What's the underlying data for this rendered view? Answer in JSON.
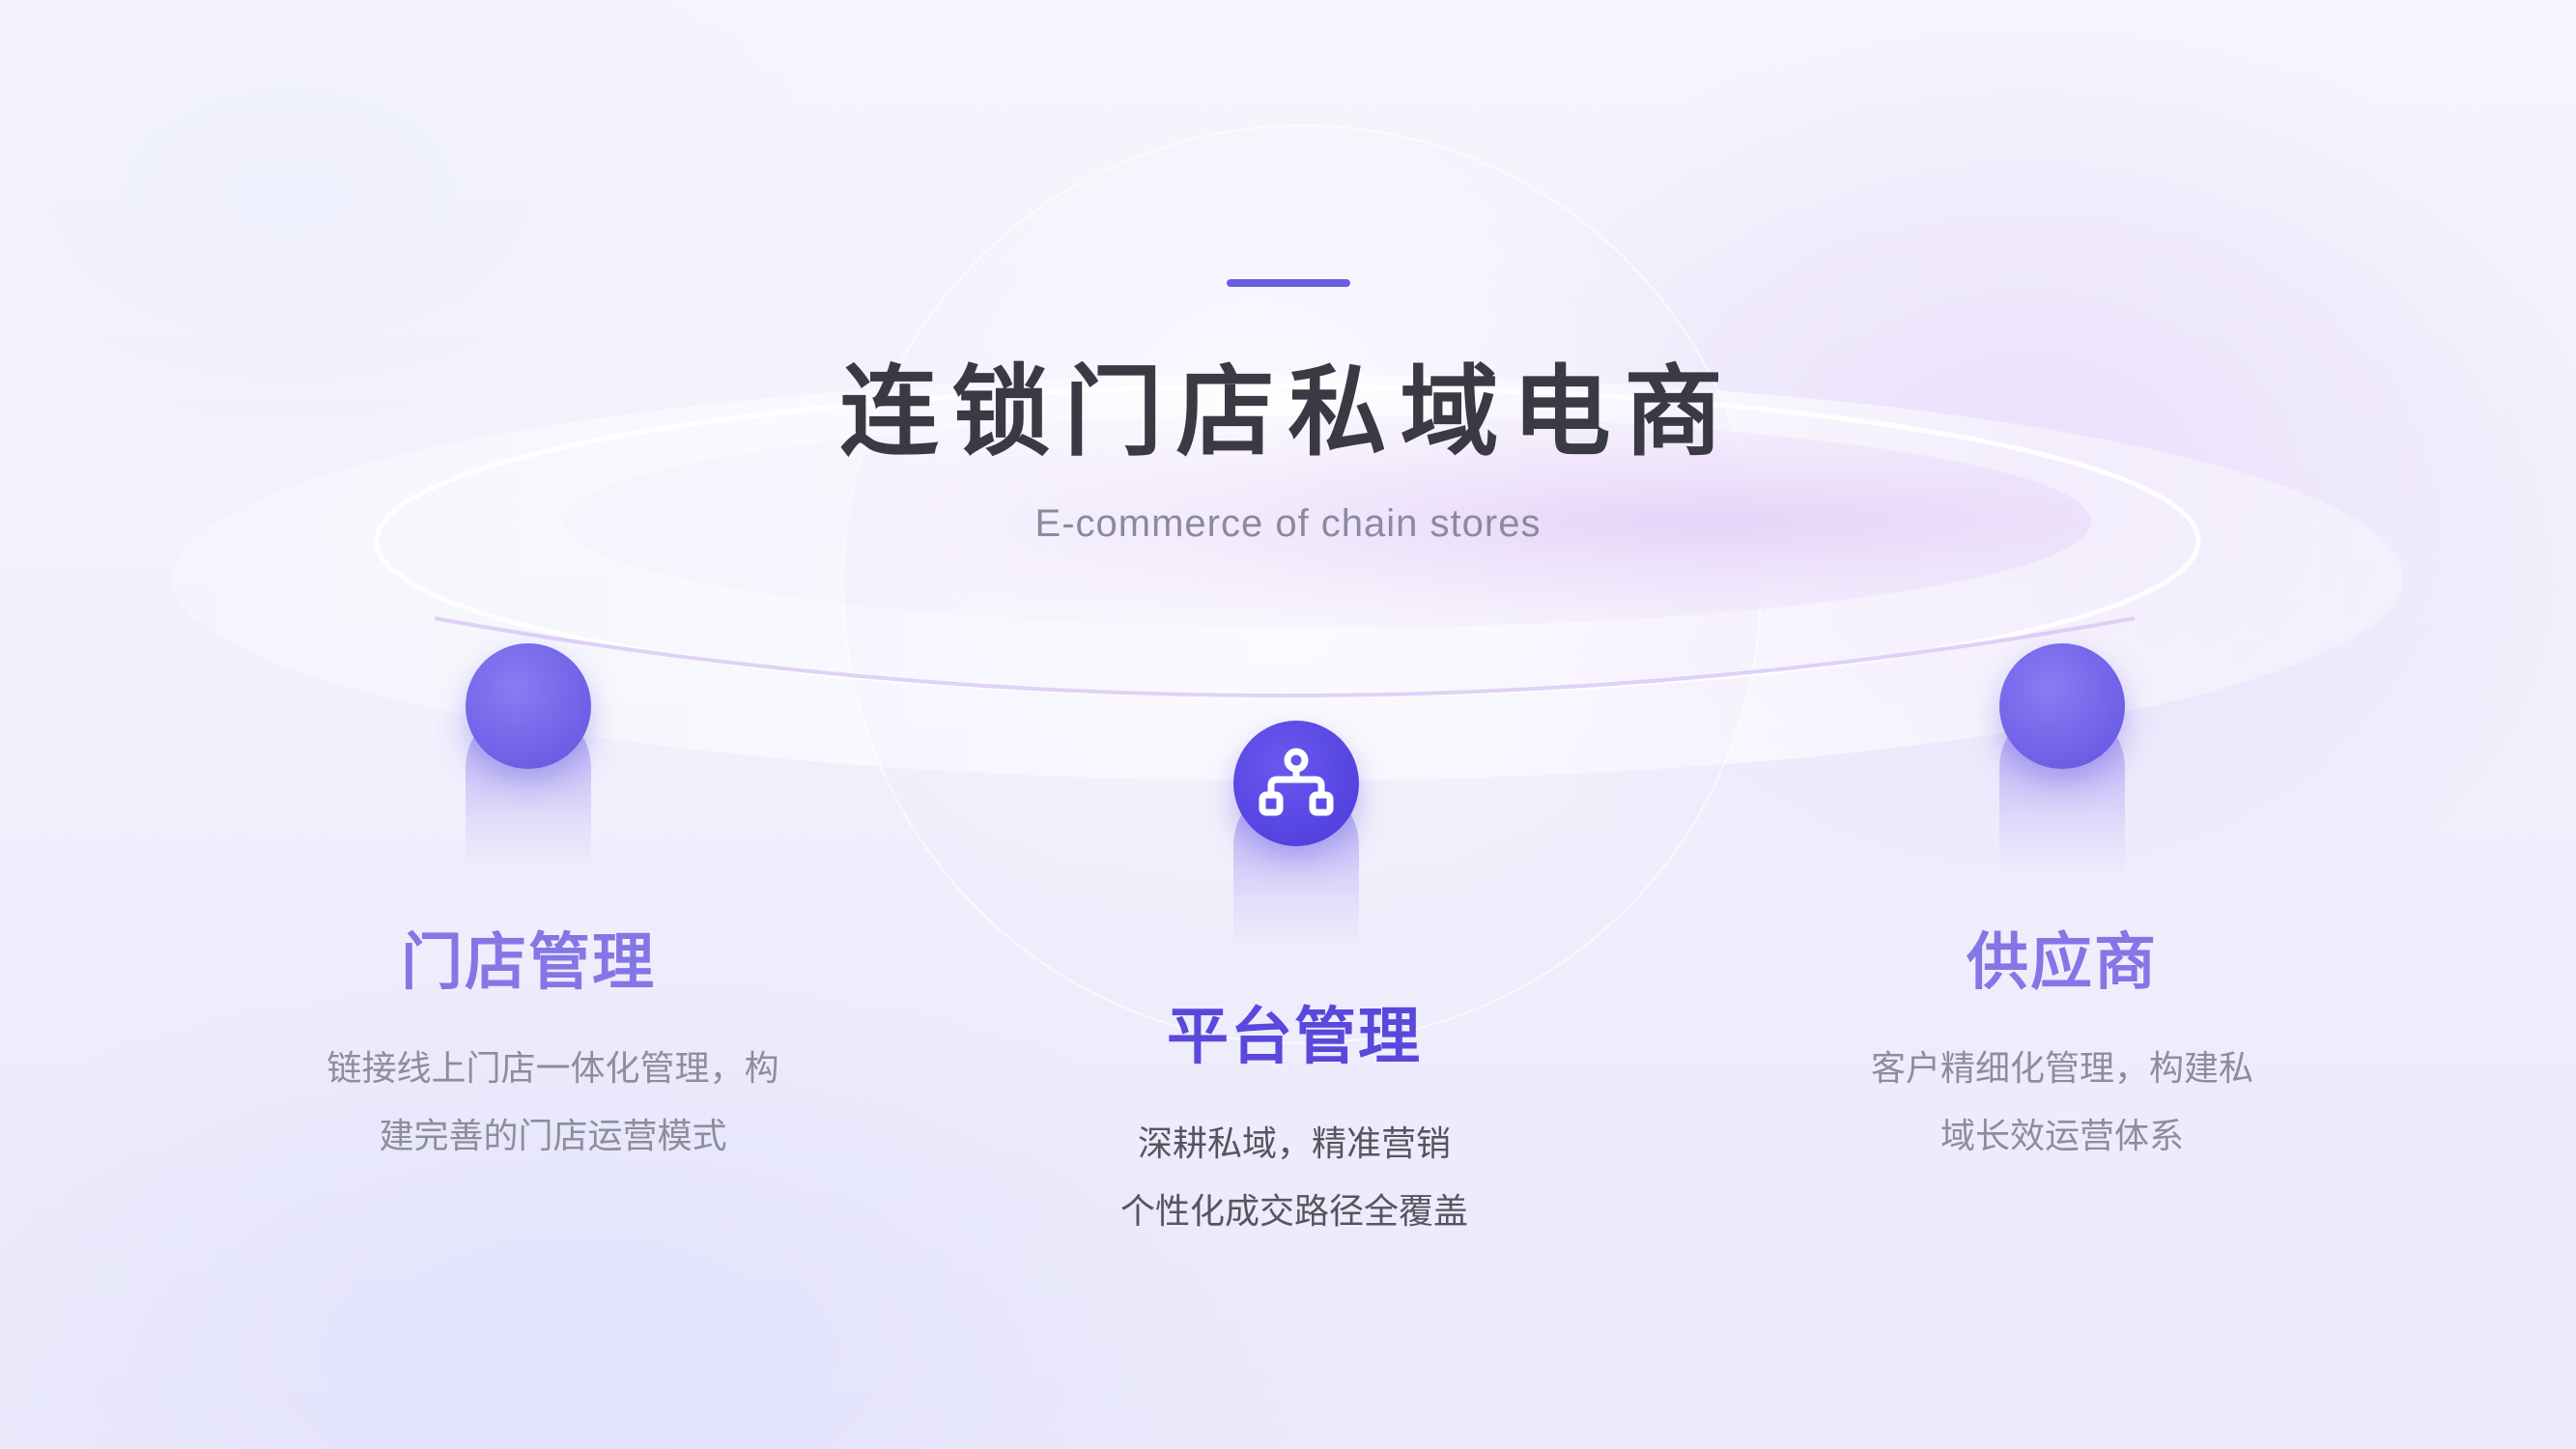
{
  "colors": {
    "accent": "#6a5ee0",
    "title_text": "#3a3a44",
    "side_card_title": "#8576e6",
    "center_card_title": "#5a48dc",
    "orb": "#6e5fe6"
  },
  "header": {
    "title": "连锁门店私域电商",
    "subtitle": "E-commerce of chain stores"
  },
  "cards": {
    "left": {
      "title": "门店管理",
      "desc_line1": "链接线上门店一体化管理，构",
      "desc_line2": "建完善的门店运营模式"
    },
    "center": {
      "icon": "org-chart-icon",
      "title": "平台管理",
      "desc_line1": "深耕私域，精准营销",
      "desc_line2": "个性化成交路径全覆盖"
    },
    "right": {
      "title": "供应商",
      "desc_line1": "客户精细化管理，构建私",
      "desc_line2": "域长效运营体系"
    }
  }
}
